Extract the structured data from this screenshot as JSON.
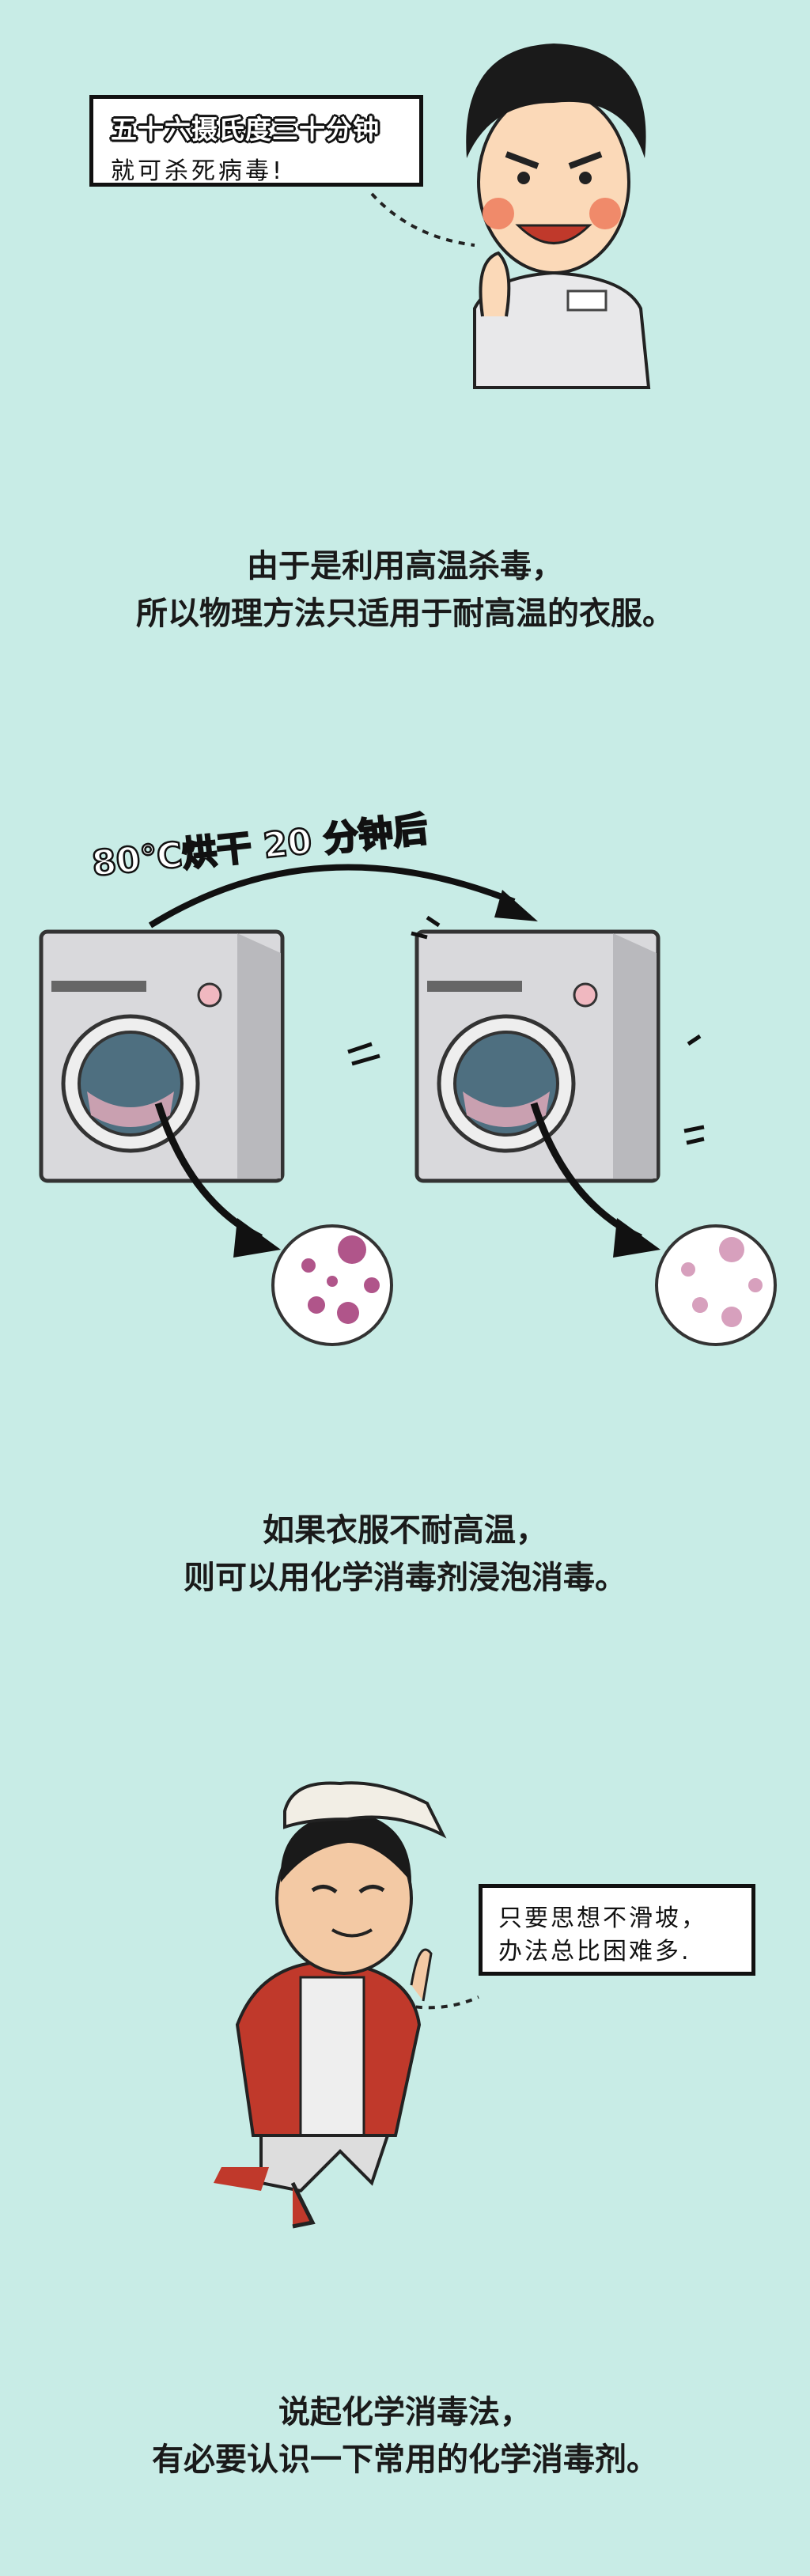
{
  "panel1": {
    "bubble_line1": "五十六摄氏度三十分钟",
    "bubble_line2": "就可杀死病毒!"
  },
  "text1": {
    "line1": "由于是利用高温杀毒，",
    "line2": "所以物理方法只适用于耐高温的衣服。"
  },
  "panel2": {
    "arc_label": "80℃烘干 20 分钟后"
  },
  "text2": {
    "line1": "如果衣服不耐高温，",
    "line2": "则可以用化学消毒剂浸泡消毒。"
  },
  "panel3": {
    "bubble_line1": "只要思想不滑坡，",
    "bubble_line2": "办法总比困难多."
  },
  "text3": {
    "line1": "说起化学消毒法，",
    "line2": "有必要认识一下常用的化学消毒剂。"
  },
  "colors": {
    "background": "#c8ece6",
    "virus": "#b0558a",
    "washer": "#d9d9dc"
  }
}
